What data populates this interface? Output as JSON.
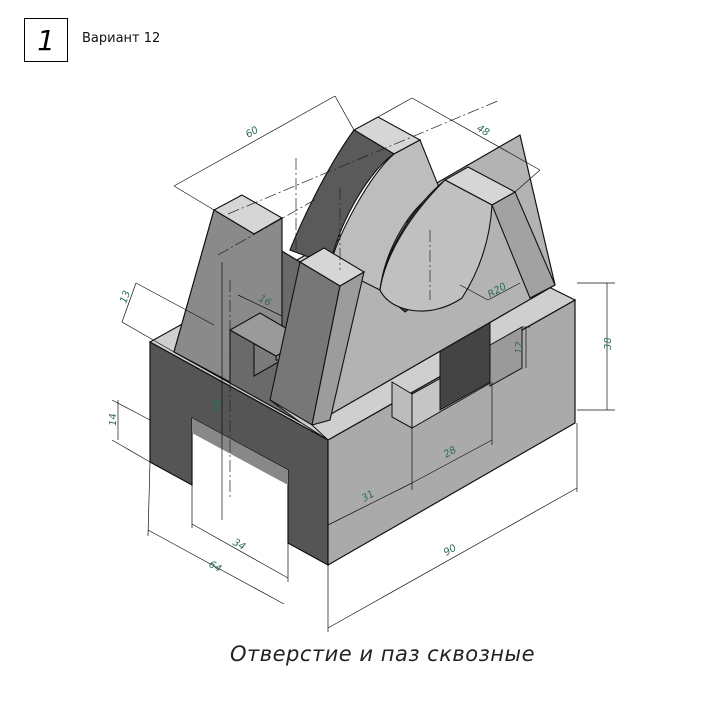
{
  "task_number": "1",
  "variant_label": "Вариант 12",
  "caption": "Отверстие и паз сквозные",
  "dimensions": {
    "width_top": "60",
    "depth_top": "48",
    "radius": "R20",
    "height_right": "38",
    "slot_height": "12",
    "slot_width": "28",
    "front_offset": "31",
    "length": "90",
    "depth_bottom": "64",
    "front_slot": "34",
    "left_height": "14",
    "upper_thickness": "13",
    "hole": "16",
    "total_height": "75"
  }
}
